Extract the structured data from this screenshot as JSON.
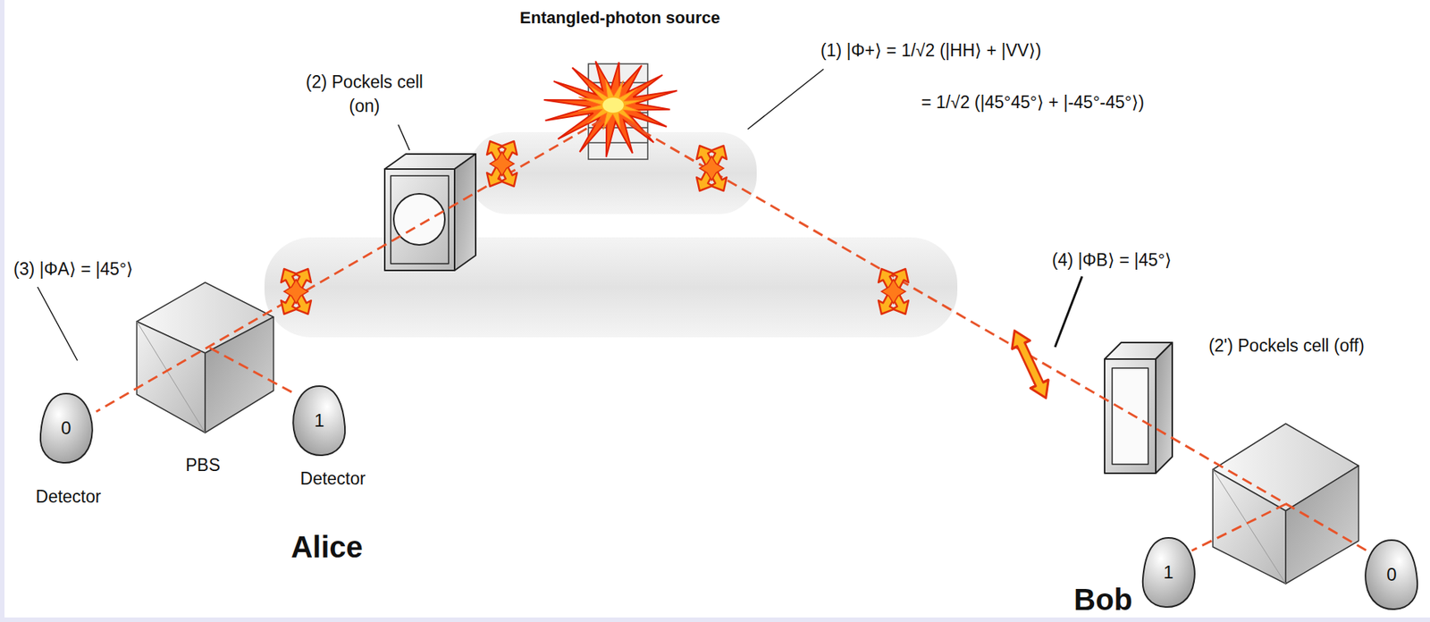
{
  "diagram": {
    "nodes": [
      {
        "text": [
          "0"
        ]
      },
      {
        "text": [
          "1"
        ]
      },
      {
        "text": [
          "1"
        ]
      },
      {
        "text": [
          "0"
        ]
      }
    ],
    "labels": [
      "Entangled-photon source",
      "(1) |Φ+⟩ = 1/√2 (|HH⟩ + |VV⟩)",
      "= 1/√2 (|45°45°⟩ + |-45°-45°⟩)",
      "(2) Pockels cell (on)",
      "(3) |ΦA⟩ = |45°⟩",
      "(4) |ΦB⟩ = |45°⟩",
      "(2') Pockels cell (off)",
      "Detector",
      "PBS",
      "Detector",
      "Alice",
      "Bob"
    ]
  }
}
